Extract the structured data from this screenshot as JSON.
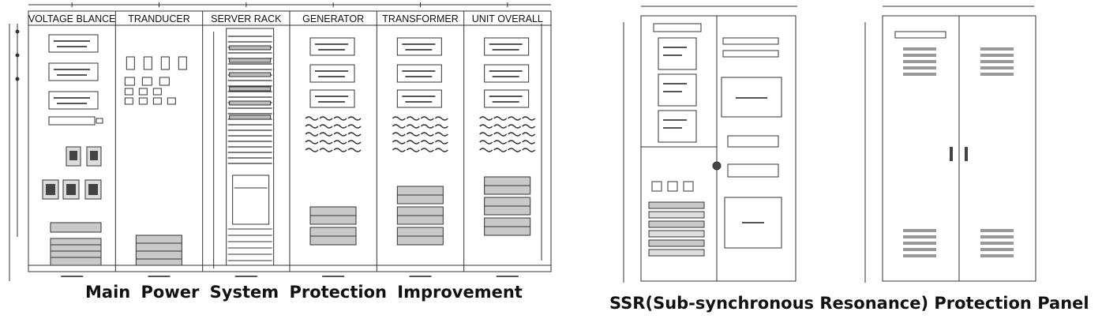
{
  "section_headers": [
    "VOLTAGE BLANCE",
    "TRANDUCER",
    "SERVER RACK",
    "GENERATOR",
    "TRANSFORMER",
    "UNIT OVERALL"
  ],
  "captions": {
    "left": "Main Power System Protection Improvement",
    "right": "SSR(Sub-synchronous Resonance) Protection Panel"
  },
  "colors": {
    "line": "#333333",
    "fill_gray": "#c9c9c9",
    "dark": "#444444"
  }
}
